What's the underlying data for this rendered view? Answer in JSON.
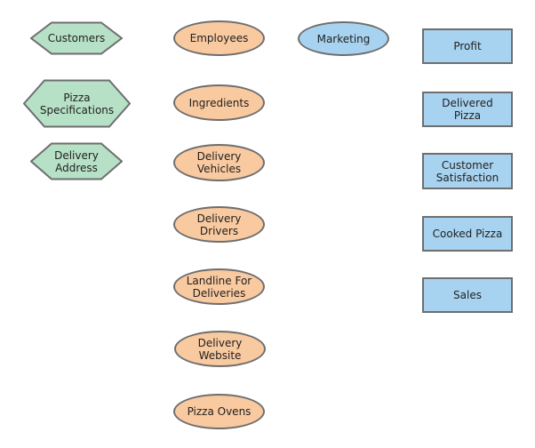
{
  "diagram": {
    "hexagons": [
      {
        "label": "Customers"
      },
      {
        "label": "Pizza\nSpecifications"
      },
      {
        "label": "Delivery\nAddress"
      }
    ],
    "ellipses": [
      {
        "label": "Employees"
      },
      {
        "label": "Ingredients"
      },
      {
        "label": "Delivery\nVehicles"
      },
      {
        "label": "Delivery\nDrivers"
      },
      {
        "label": "Landline For\nDeliveries"
      },
      {
        "label": "Delivery\nWebsite"
      },
      {
        "label": "Pizza Ovens"
      }
    ],
    "blue_ellipses": [
      {
        "label": "Marketing"
      }
    ],
    "rectangles": [
      {
        "label": "Profit"
      },
      {
        "label": "Delivered\nPizza"
      },
      {
        "label": "Customer\nSatisfaction"
      },
      {
        "label": "Cooked Pizza"
      },
      {
        "label": "Sales"
      }
    ]
  },
  "colors": {
    "hexagon_fill": "#b7e1c6",
    "process_fill": "#f9c9a0",
    "blue_fill": "#a8d3f0",
    "stroke": "#6e6e6e",
    "text": "#212121",
    "background": "#ffffff"
  }
}
